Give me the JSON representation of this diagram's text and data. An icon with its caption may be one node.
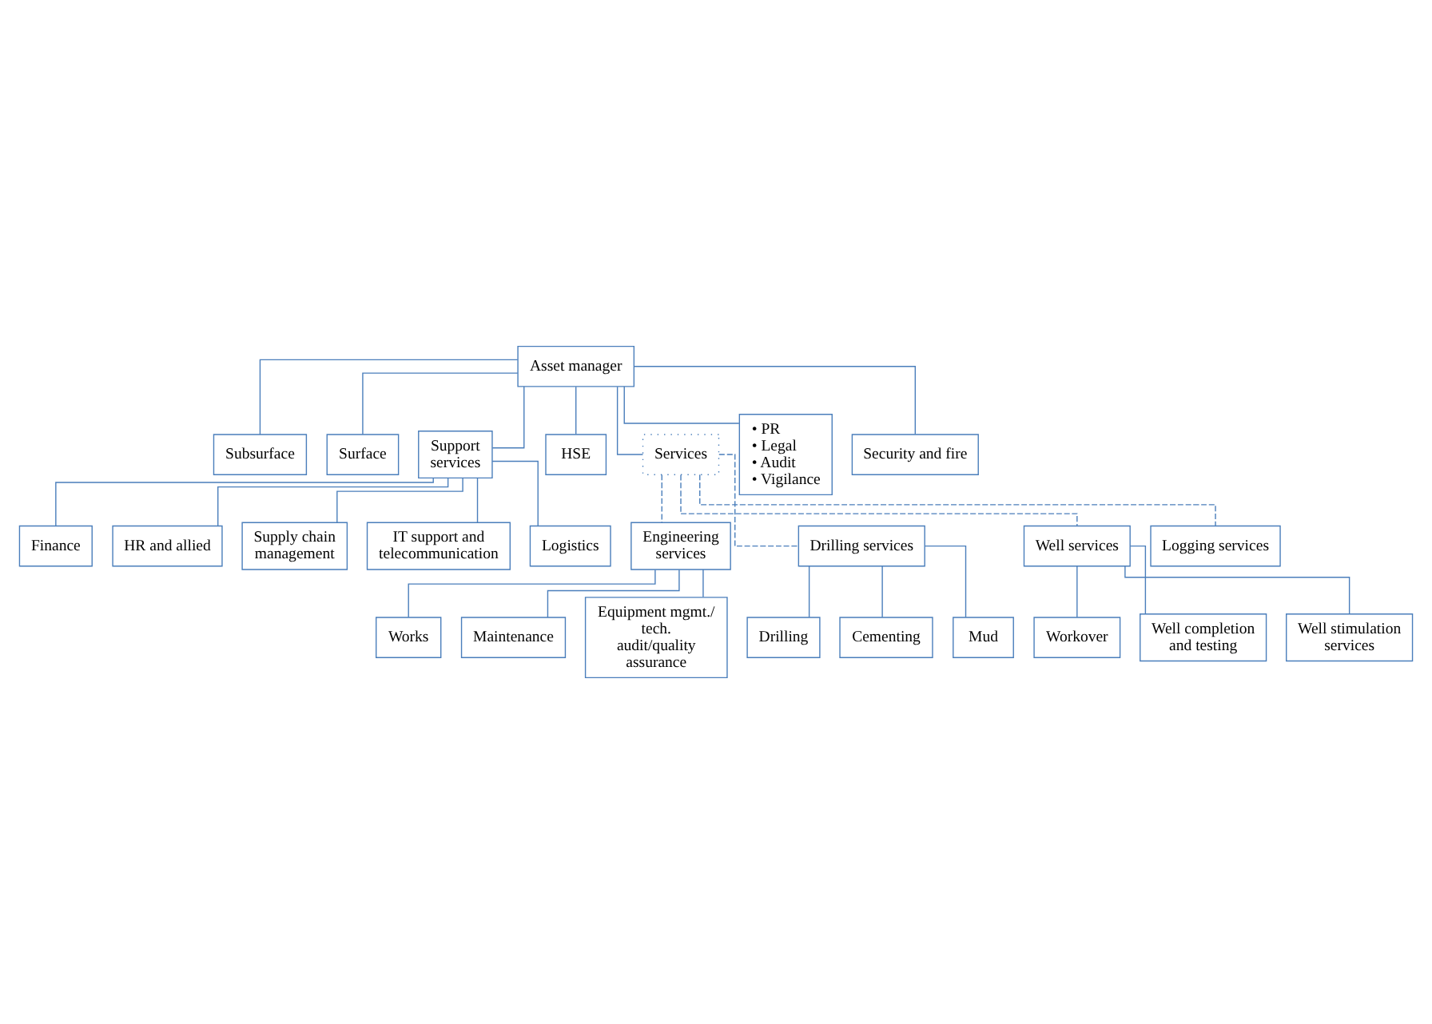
{
  "diagram": {
    "nodes": [
      {
        "text": [
          "Asset manager"
        ]
      },
      {
        "text": [
          "Subsurface"
        ]
      },
      {
        "text": [
          "Surface"
        ]
      },
      {
        "text": [
          "Support services"
        ]
      },
      {
        "text": [
          "HSE"
        ]
      },
      {
        "text": [
          "Services"
        ]
      },
      {
        "text": [
          "• PR",
          "• Legal",
          "• Audit",
          "• Vigilance"
        ]
      },
      {
        "text": [
          "Security and fire"
        ]
      },
      {
        "text": [
          "Finance"
        ]
      },
      {
        "text": [
          "HR and allied"
        ]
      },
      {
        "text": [
          "Supply chain management"
        ]
      },
      {
        "text": [
          "IT support and telecommunication"
        ]
      },
      {
        "text": [
          "Logistics"
        ]
      },
      {
        "text": [
          "Engineering services"
        ]
      },
      {
        "text": [
          "Works"
        ]
      },
      {
        "text": [
          "Maintenance"
        ]
      },
      {
        "text": [
          "Equipment mgmt./ tech. audit/quality assurance"
        ]
      },
      {
        "text": [
          "Drilling services"
        ]
      },
      {
        "text": [
          "Drilling"
        ]
      },
      {
        "text": [
          "Cementing"
        ]
      },
      {
        "text": [
          "Mud"
        ]
      },
      {
        "text": [
          "Well services"
        ]
      },
      {
        "text": [
          "Workover"
        ]
      },
      {
        "text": [
          "Well completion and testing"
        ]
      },
      {
        "text": [
          "Well stimulation services"
        ]
      },
      {
        "text": [
          "Logging services"
        ]
      }
    ],
    "edges": [
      {
        "from": 0,
        "to": 1,
        "arrow": "none"
      },
      {
        "from": 0,
        "to": 2,
        "arrow": "none"
      },
      {
        "from": 0,
        "to": 3,
        "arrow": "none"
      },
      {
        "from": 0,
        "to": 4,
        "arrow": "none"
      },
      {
        "from": 0,
        "to": 5,
        "arrow": "none"
      },
      {
        "from": 0,
        "to": 6,
        "arrow": "none"
      },
      {
        "from": 0,
        "to": 7,
        "arrow": "none"
      },
      {
        "from": 3,
        "to": 8,
        "arrow": "none"
      },
      {
        "from": 3,
        "to": 9,
        "arrow": "none"
      },
      {
        "from": 3,
        "to": 10,
        "arrow": "none"
      },
      {
        "from": 3,
        "to": 11,
        "arrow": "none"
      },
      {
        "from": 3,
        "to": 12,
        "arrow": "none"
      },
      {
        "from": 5,
        "to": 17,
        "arrow": "none",
        "style": "dashed"
      },
      {
        "from": 5,
        "to": 13,
        "arrow": "none",
        "style": "dashed"
      },
      {
        "from": 5,
        "to": 21,
        "arrow": "none",
        "style": "dashed"
      },
      {
        "from": 5,
        "to": 25,
        "arrow": "none",
        "style": "dashed"
      },
      {
        "from": 13,
        "to": 14,
        "arrow": "none"
      },
      {
        "from": 13,
        "to": 15,
        "arrow": "none"
      },
      {
        "from": 13,
        "to": 16,
        "arrow": "none"
      },
      {
        "from": 17,
        "to": 18,
        "arrow": "none"
      },
      {
        "from": 17,
        "to": 19,
        "arrow": "none"
      },
      {
        "from": 17,
        "to": 20,
        "arrow": "none"
      },
      {
        "from": 21,
        "to": 22,
        "arrow": "none"
      },
      {
        "from": 21,
        "to": 23,
        "arrow": "none"
      },
      {
        "from": 21,
        "to": 24,
        "arrow": "none"
      }
    ]
  }
}
